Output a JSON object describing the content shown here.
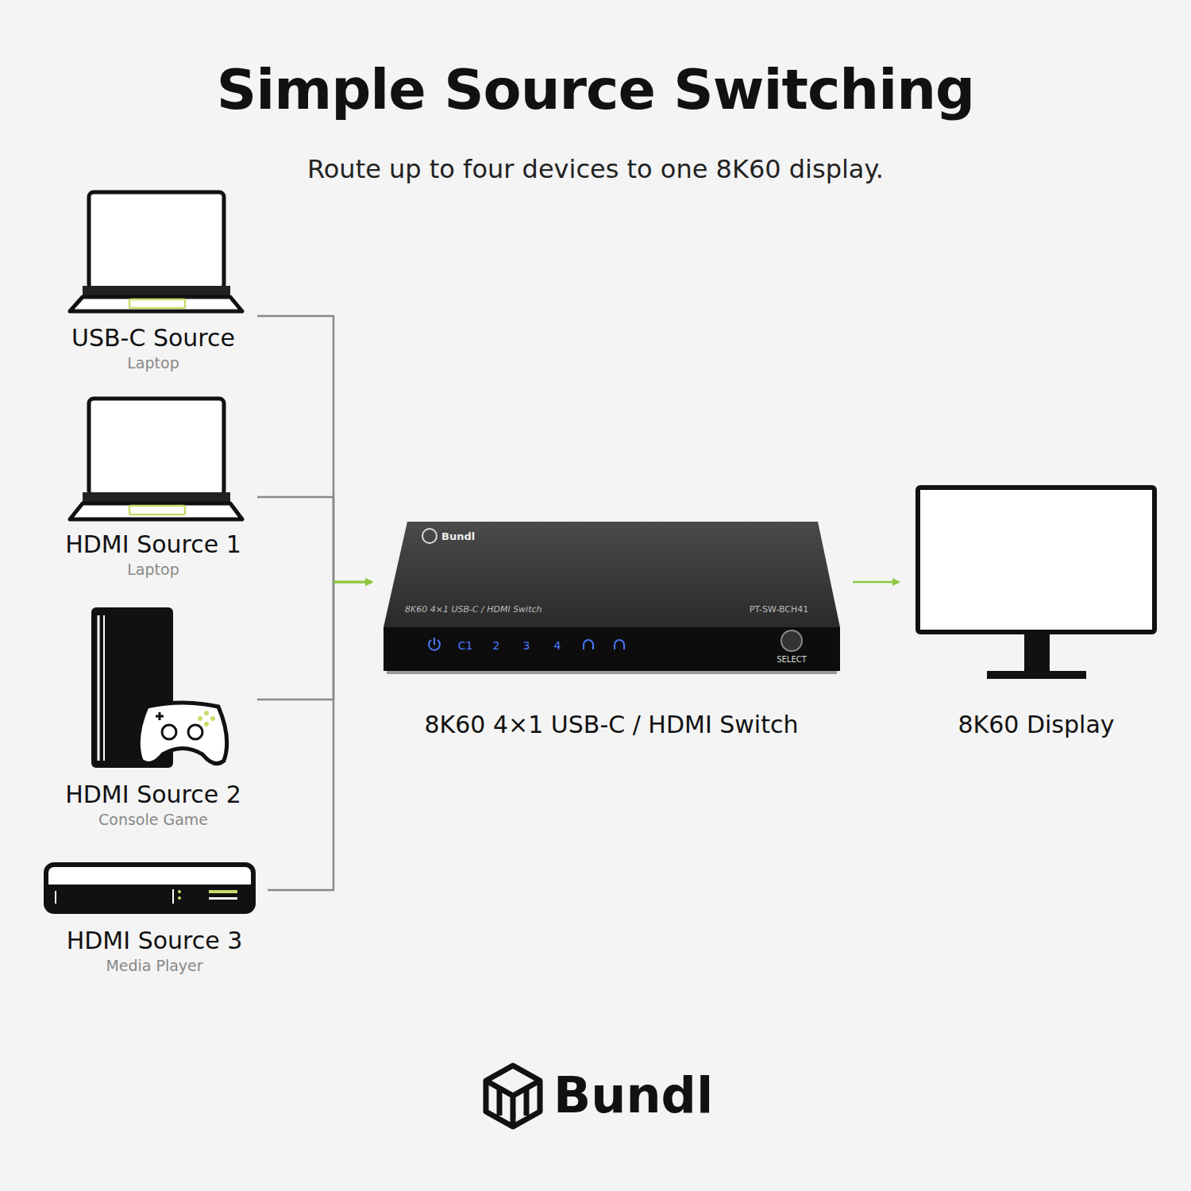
{
  "diagram": {
    "title": "Simple Source Switching",
    "nodes": [
      {
        "text": [
          "USB-C Source",
          "Laptop"
        ]
      },
      {
        "text": [
          "HDMI Source 1",
          "Laptop"
        ]
      },
      {
        "text": [
          "HDMI Source 2",
          "Console Game"
        ]
      },
      {
        "text": [
          "HDMI Source 3",
          "Media Player"
        ]
      },
      {
        "text": [
          "8K60 4×1 USB-C / HDMI Switch"
        ]
      },
      {
        "text": [
          "8K60 Display"
        ]
      }
    ],
    "edges": [
      {
        "from": 0,
        "to": 4,
        "arrow": "to"
      },
      {
        "from": 1,
        "to": 4,
        "arrow": "to"
      },
      {
        "from": 2,
        "to": 4,
        "arrow": "to"
      },
      {
        "from": 3,
        "to": 4,
        "arrow": "to"
      },
      {
        "from": 4,
        "to": 5,
        "arrow": "to"
      }
    ],
    "labels": [
      "Route up to four devices to one 8K60 display.",
      "Bundl",
      "8K60 4×1 USB-C / HDMI Switch",
      "PT-SW-BCH41",
      "C1",
      "2",
      "3",
      "4",
      "SELECT",
      "Bundl"
    ]
  }
}
